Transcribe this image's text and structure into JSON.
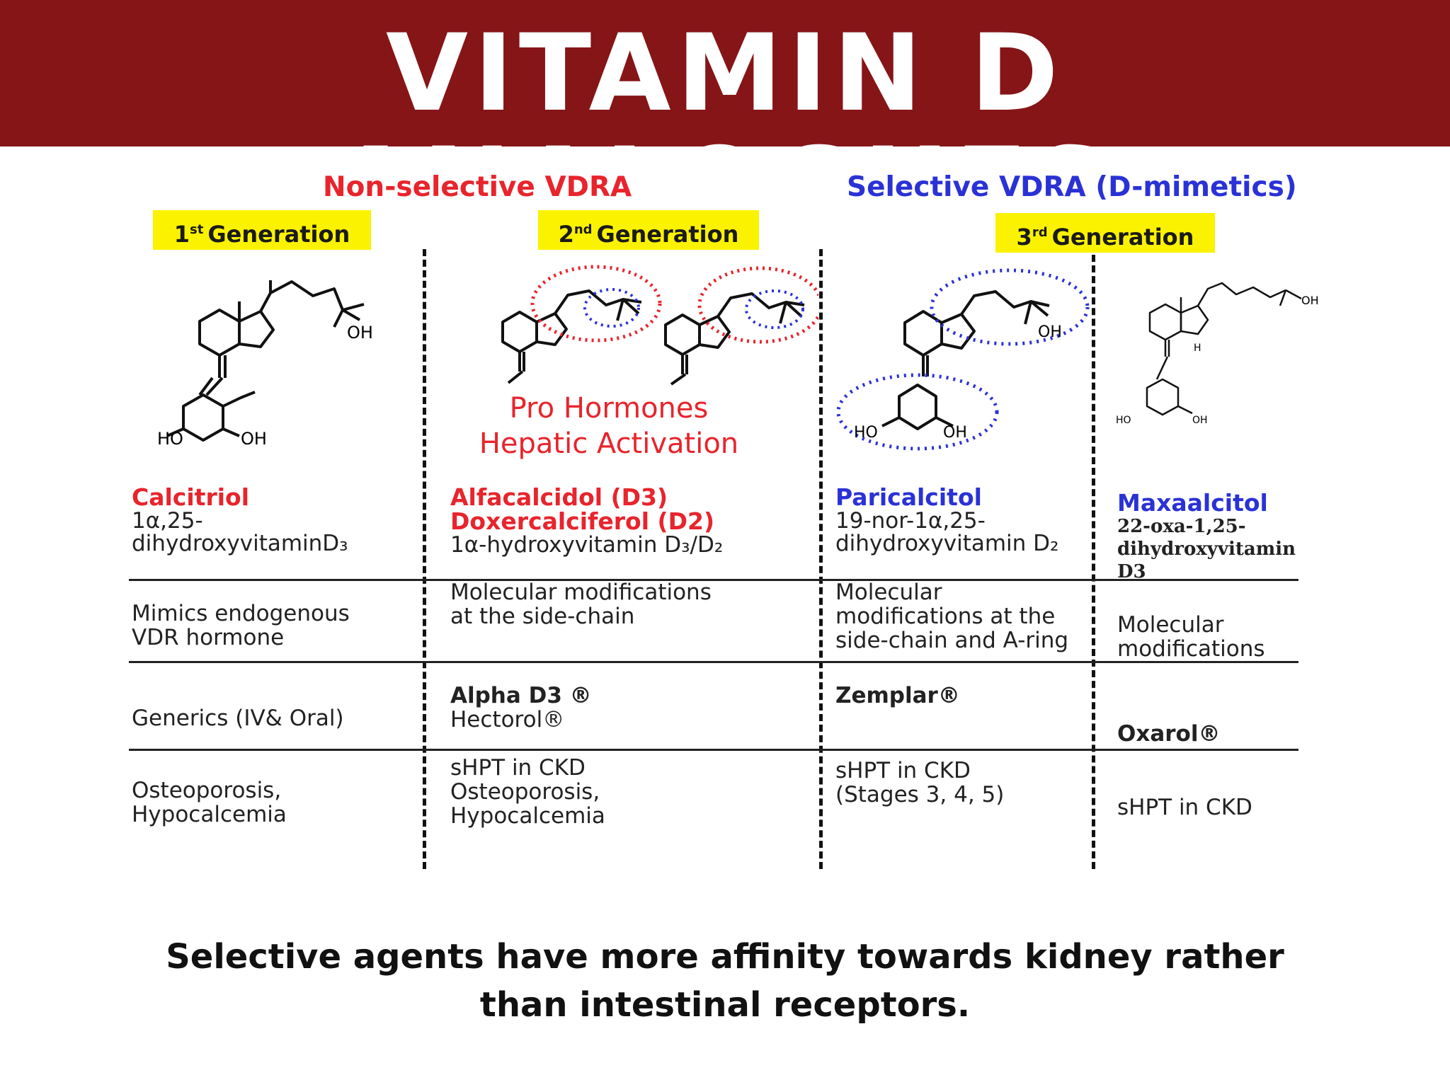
{
  "title": "VITAMIN D ANALOGUES",
  "groups": {
    "nonselective": "Non-selective VDRA",
    "selective": "Selective VDRA (D-mimetics)"
  },
  "generations": {
    "g1": {
      "num": "1",
      "sup": "st",
      "label": "Generation"
    },
    "g2": {
      "num": "2",
      "sup": "nd",
      "label": "Generation"
    },
    "g3": {
      "num": "3",
      "sup": "rd",
      "label": "Generation"
    }
  },
  "prohormone": {
    "line1": "Pro Hormones",
    "line2": "Hepatic Activation"
  },
  "molecule_labels": {
    "oh": "OH",
    "ho": "HO",
    "h": "H"
  },
  "columns": [
    {
      "names": [
        "Calcitriol"
      ],
      "chem": [
        "1α,25-",
        "dihydroxyvitaminD₃"
      ],
      "mechanism": [
        "Mimics endogenous",
        "VDR hormone"
      ],
      "brands": [
        "Generics (IV& Oral)"
      ],
      "indications": [
        "Osteoporosis,",
        "Hypocalcemia"
      ]
    },
    {
      "names": [
        "Alfacalcidol (D3)",
        "Doxercalciferol (D2)"
      ],
      "chem": [
        "1α-hydroxyvitamin D₃/D₂"
      ],
      "mechanism": [
        "Molecular modifications",
        "at the side-chain"
      ],
      "brands": [
        "Alpha D3 ®",
        "Hectorol®"
      ],
      "indications": [
        "sHPT in CKD",
        "Osteoporosis,",
        "Hypocalcemia"
      ]
    },
    {
      "names": [
        "Paricalcitol"
      ],
      "chem": [
        "19-nor-1α,25-",
        "dihydroxyvitamin D₂"
      ],
      "mechanism": [
        "Molecular",
        "modifications at the",
        "side-chain and A-ring"
      ],
      "brands": [
        "Zemplar®"
      ],
      "indications": [
        "sHPT in CKD",
        "(Stages 3, 4, 5)"
      ]
    },
    {
      "names": [
        "Maxaalcitol"
      ],
      "chem": [
        "22-oxa-1,25-",
        "dihydroxyvitamin D3"
      ],
      "mechanism": [
        "Molecular",
        "modifications"
      ],
      "brands": [
        "Oxarol®"
      ],
      "indications": [
        "sHPT in CKD"
      ]
    }
  ],
  "footer": {
    "line1": "Selective agents have more affinity towards kidney rather",
    "line2": "than intestinal receptors."
  }
}
